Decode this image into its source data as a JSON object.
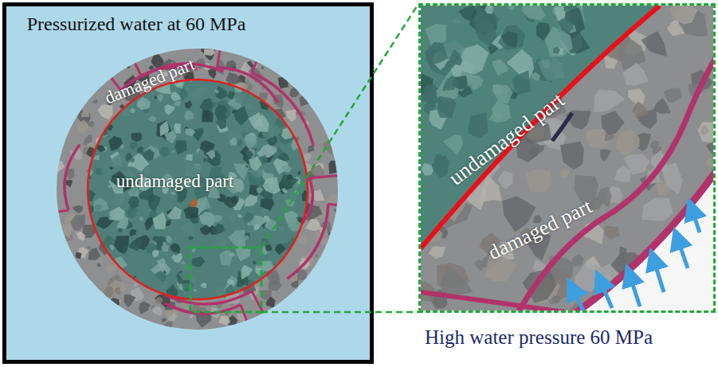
{
  "diagram": {
    "nodes": [
      {
        "text": [
          "Pressurized water at 60 MPa"
        ]
      },
      {
        "text": [
          "damaged part"
        ],
        "in": 0
      },
      {
        "text": [
          "undamaged part"
        ],
        "in": 1
      },
      {
        "text": [
          "undamaged part",
          "damaged part"
        ]
      }
    ],
    "labels": [
      "High water pressure 60 MPa"
    ]
  }
}
